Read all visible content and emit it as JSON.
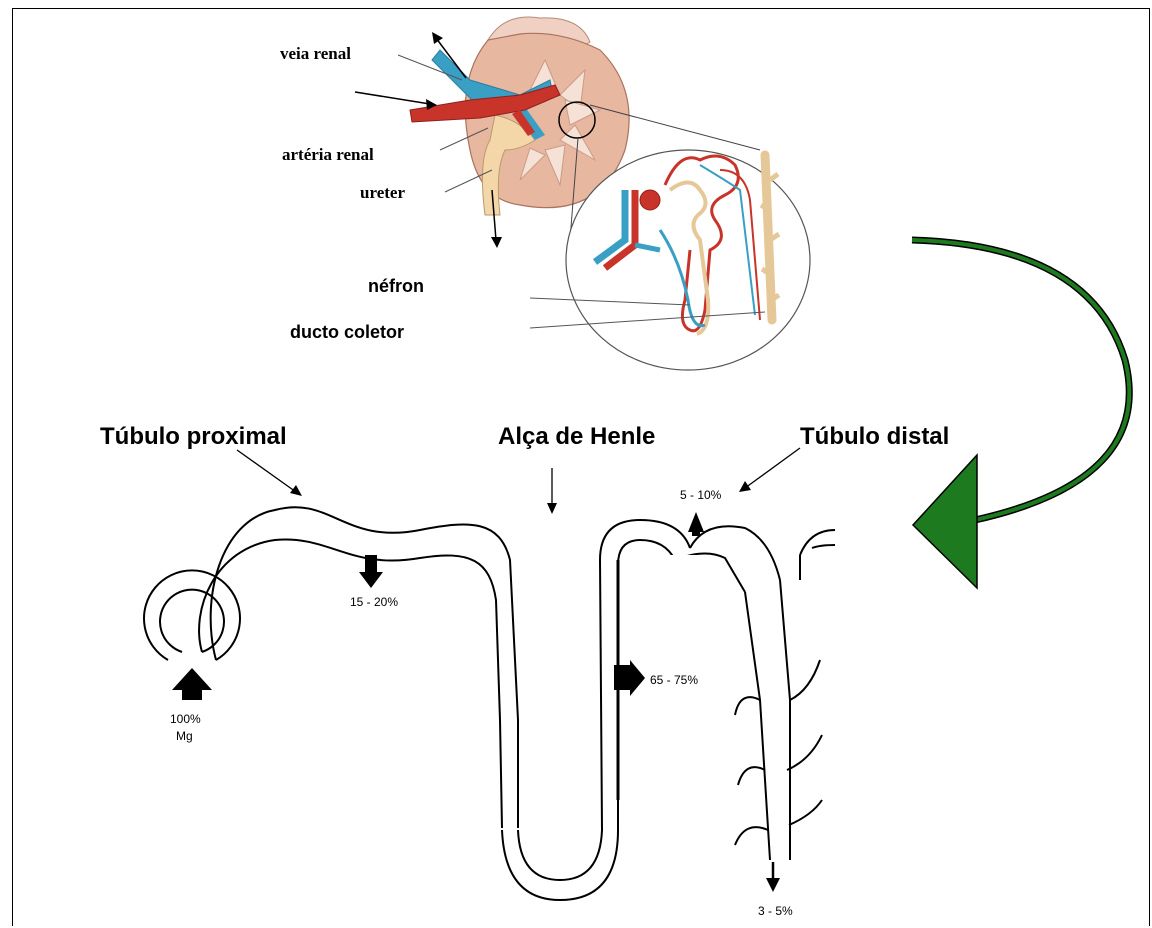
{
  "kidney_labels": {
    "renal_vein": "veia renal",
    "renal_artery": "artéria renal",
    "ureter": "ureter",
    "nephron": "néfron",
    "collecting_duct": "ducto coletor"
  },
  "segments": {
    "proximal": "Túbulo proximal",
    "henle": "Alça de Henle",
    "distal": "Túbulo distal"
  },
  "percentages": {
    "input_value": "100%",
    "input_ion": "Mg",
    "proximal": "15 - 20%",
    "henle": "65 - 75%",
    "distal": "5 - 10%",
    "excreted": "3 - 5%"
  },
  "colors": {
    "vein": "#3a9fc4",
    "artery": "#c8332a",
    "ureter": "#f3d7a8",
    "kidney_cortex": "#e8b7a0",
    "big_arrow": "#1e7a1e"
  }
}
